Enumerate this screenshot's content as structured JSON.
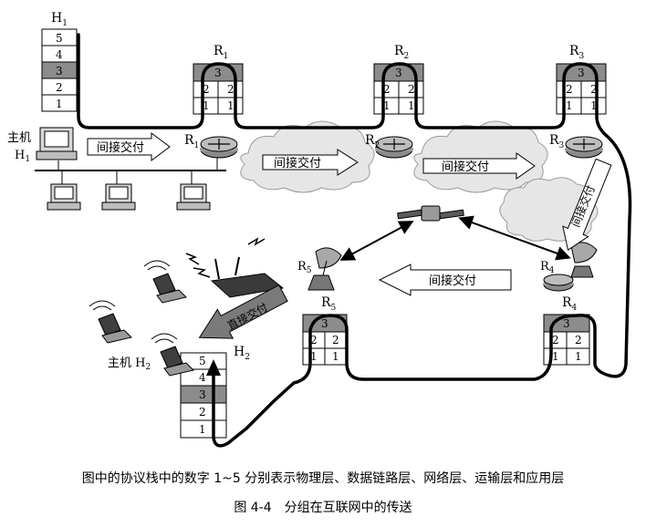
{
  "hosts": {
    "h1": {
      "name": "H",
      "sub": "1",
      "side_label_line1": "主机",
      "side_label_line2": "H",
      "side_sub": "1"
    },
    "h2": {
      "name": "H",
      "sub": "2",
      "side_label": "主机 H",
      "side_sub": "2"
    }
  },
  "layers": {
    "h1_stack": [
      "5",
      "4",
      "3",
      "2",
      "1"
    ],
    "h2_stack": [
      "5",
      "4",
      "3",
      "2",
      "1"
    ],
    "router_top": "3",
    "router_mid": [
      "2",
      "2"
    ],
    "router_bot": [
      "1",
      "1"
    ]
  },
  "routers": {
    "r1": {
      "name": "R",
      "sub": "1"
    },
    "r2": {
      "name": "R",
      "sub": "2"
    },
    "r3": {
      "name": "R",
      "sub": "3"
    },
    "r4": {
      "name": "R",
      "sub": "4"
    },
    "r5": {
      "name": "R",
      "sub": "5"
    }
  },
  "arrows": {
    "indirect": "间接交付",
    "direct": "直接交付"
  },
  "captions": {
    "note": "图中的协议栈中的数字 1~5 分别表示物理层、数据链路层、网络层、运输层和应用层",
    "figure": "图 4-4　分组在互联网中的传送"
  }
}
